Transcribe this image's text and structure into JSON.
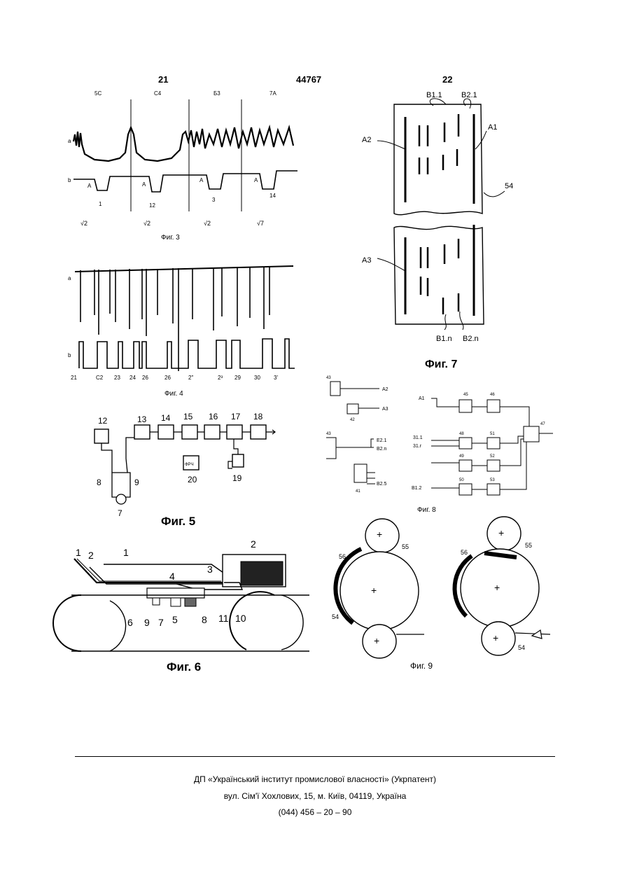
{
  "header": {
    "page_left": "21",
    "patent_number": "44767",
    "page_right": "22"
  },
  "fig3": {
    "caption": "Фиг. 3",
    "top_labels": [
      "5С",
      "С4",
      "Б3",
      "7А"
    ],
    "side_a": "а",
    "side_b": "b",
    "marks": [
      "А",
      "А",
      "А",
      "А"
    ],
    "nums": [
      "1",
      "12",
      "3",
      "14"
    ],
    "bottom_labels": [
      "√2",
      "√2",
      "√2",
      "√7"
    ]
  },
  "fig4": {
    "caption": "Фиг. 4",
    "side_a": "а",
    "side_b": "b",
    "bottom_labels": [
      "21",
      "С2",
      "23",
      "24",
      "26",
      "26",
      "2\"",
      "2³",
      "29",
      "30",
      "3'"
    ]
  },
  "fig5": {
    "caption": "Фиг. 5",
    "labels": [
      "12",
      "13",
      "14",
      "15",
      "16",
      "17",
      "18",
      "8",
      "9",
      "7",
      "20",
      "19"
    ],
    "box_text": "ФРЧ"
  },
  "fig6": {
    "caption": "Фиг. 6",
    "labels": [
      "1",
      "2",
      "1",
      "2",
      "4",
      "3",
      "6",
      "9",
      "7",
      "5",
      "8",
      "11",
      "10"
    ]
  },
  "fig7": {
    "caption": "Фиг. 7",
    "labels": [
      "В1.1",
      "В2.1",
      "А2",
      "А1",
      "54",
      "А3",
      "В1.n",
      "В2.n"
    ]
  },
  "fig8": {
    "caption": "Фиг. 8",
    "labels": [
      "43",
      "А2",
      "42",
      "А3",
      "43",
      "Е2.1",
      "В2.n",
      "41",
      "В2.5",
      "А1",
      "45",
      "46",
      "47",
      "31.1",
      "31.r",
      "48",
      "49",
      "51",
      "52",
      "В1.2",
      "50",
      "53"
    ]
  },
  "fig9": {
    "caption": "Фиг. 9",
    "labels": [
      "56",
      "55",
      "54",
      "56",
      "55",
      "54"
    ]
  },
  "footer": {
    "line1": "ДП «Український інститут промислової власності» (Укрпатент)",
    "line2": "вул. Сім'ї Хохлових, 15, м. Київ, 04119, Україна",
    "line3": "(044) 456 – 20 – 90"
  }
}
